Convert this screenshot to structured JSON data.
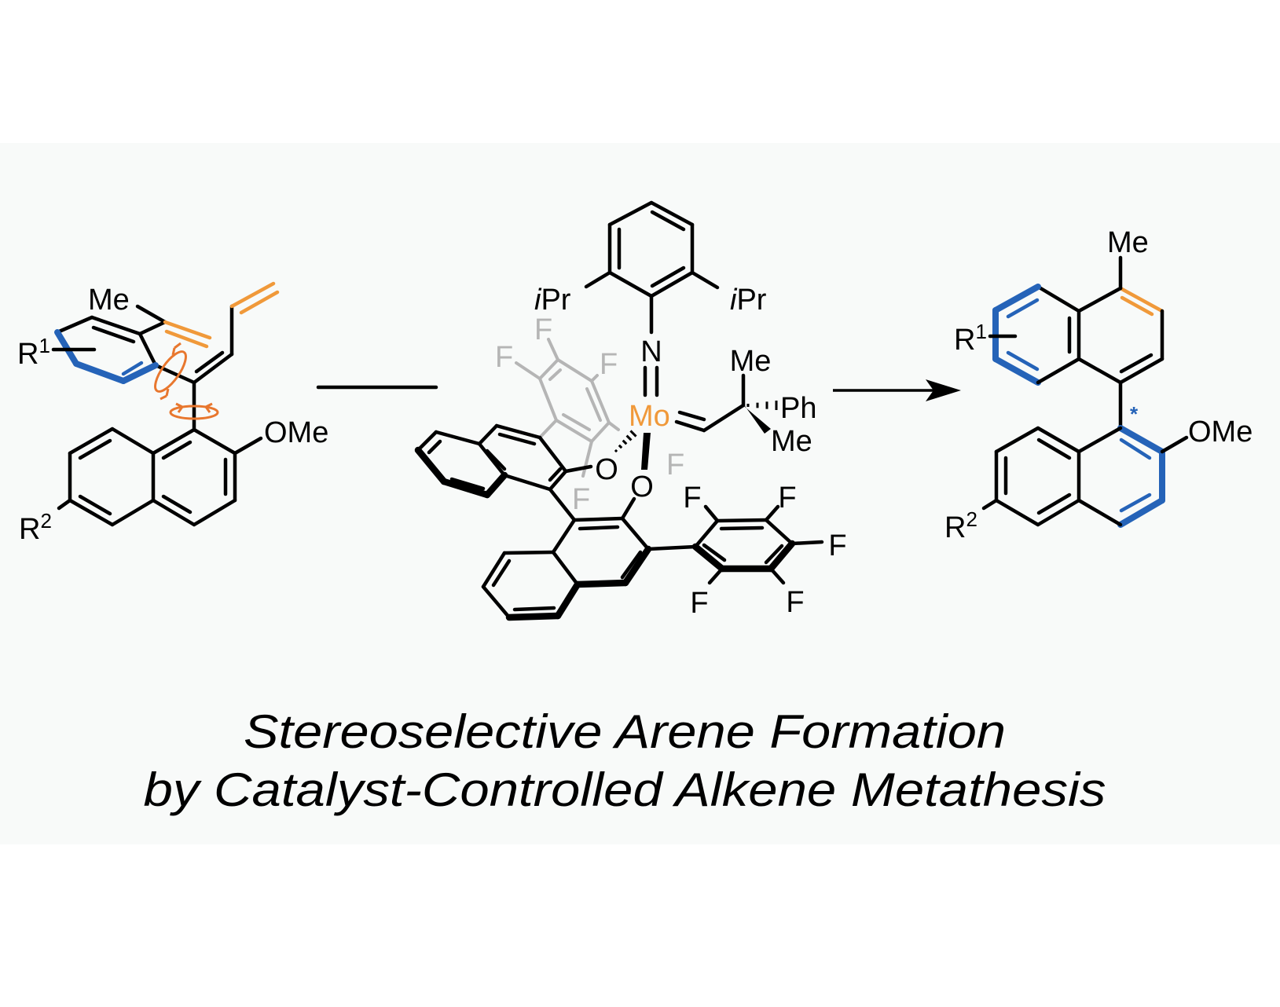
{
  "colors": {
    "background_band": "#f8faf9",
    "bond": "#000000",
    "blue_highlight": "#2563b8",
    "orange_highlight": "#f0993a",
    "rotation_arrow": "#e8772e",
    "faded": "#b5b5b5",
    "metal": "#f0993a"
  },
  "substrate": {
    "me": "Me",
    "r1": {
      "base": "R",
      "sup": "1"
    },
    "r2": {
      "base": "R",
      "sup": "2"
    },
    "ome": "OMe"
  },
  "catalyst": {
    "ipr_left": {
      "i": "i",
      "rest": "Pr"
    },
    "ipr_right": {
      "i": "i",
      "rest": "Pr"
    },
    "n": "N",
    "metal": "Mo",
    "o_upper": "O",
    "o_lower": "O",
    "me_top": "Me",
    "ph": "Ph",
    "me_bottom": "Me",
    "faded_f": [
      "F",
      "F",
      "F",
      "F",
      "F"
    ],
    "c6f5_f": [
      "F",
      "F",
      "F",
      "F",
      "F"
    ]
  },
  "product": {
    "me": "Me",
    "r1": {
      "base": "R",
      "sup": "1"
    },
    "r2": {
      "base": "R",
      "sup": "2"
    },
    "ome": "OMe",
    "stereo_mark": "*"
  },
  "title": {
    "line1": "Stereoselective Arene Formation",
    "line2": "by Catalyst-Controlled Alkene Metathesis"
  }
}
